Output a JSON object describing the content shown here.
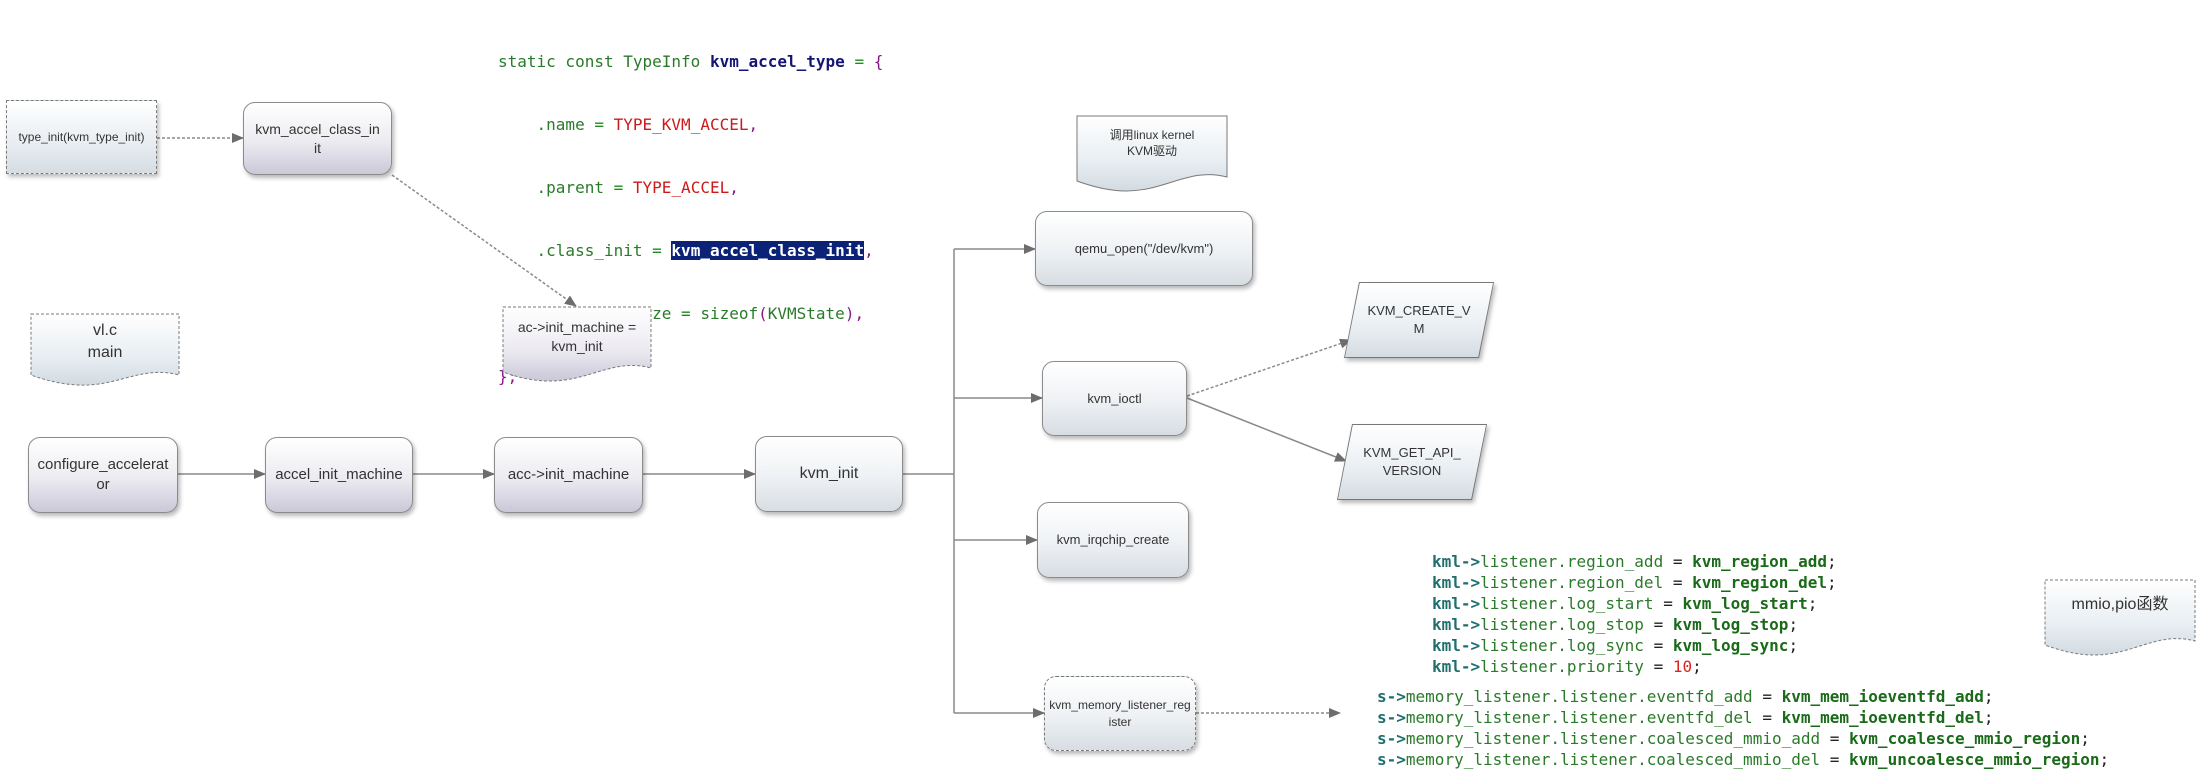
{
  "nodes": {
    "type_init": "type_init(kvm_type_init)",
    "kvm_accel_class_init": "kvm_accel_class_init",
    "ac_init_machine": "ac->init_machine = kvm_init",
    "vl_c_main_line1": "vl.c",
    "vl_c_main_line2": "main",
    "configure_accelerator": "configure_accelerator",
    "accel_init_machine": "accel_init_machine",
    "acc_init_machine": "acc->init_machine",
    "kvm_init": "kvm_init",
    "linux_kernel_note_line1": "调用linux kernel",
    "linux_kernel_note_line2": "KVM驱动",
    "qemu_open": "qemu_open(\"/dev/kvm\")",
    "kvm_ioctl": "kvm_ioctl",
    "kvm_create_vm": "KVM_CREATE_VM",
    "kvm_get_api_version": "KVM_GET_API_VERSION",
    "kvm_irqchip_create": "kvm_irqchip_create",
    "kvm_memory_listener_register": "kvm_memory_listener_register",
    "mmio_pio_note": "mmio,pio函数"
  },
  "code_typeinfo": {
    "l1_kw": "static const",
    "l1_type": "TypeInfo",
    "l1_name": "kvm_accel_type",
    "l1_eq": "=",
    "l1_brace": "{",
    "l2_field": ".name",
    "l2_eq": "=",
    "l2_val": "TYPE_KVM_ACCEL",
    "l2_comma": ",",
    "l3_field": ".parent",
    "l3_eq": "=",
    "l3_val": "TYPE_ACCEL",
    "l3_comma": ",",
    "l4_field": ".class_init",
    "l4_eq": "=",
    "l4_val": "kvm_accel_class_init",
    "l4_comma": ",",
    "l5_field": ".instance_size",
    "l5_eq": "=",
    "l5_fn": "sizeof",
    "l5_open": "(",
    "l5_arg": "KVMState",
    "l5_close": "),",
    "l6_close": "};"
  },
  "code_kml": [
    {
      "obj": "kml",
      "arrow": "->",
      "member": "listener.region_add",
      "eq": " = ",
      "value": "kvm_region_add",
      "end": ";"
    },
    {
      "obj": "kml",
      "arrow": "->",
      "member": "listener.region_del",
      "eq": " = ",
      "value": "kvm_region_del",
      "end": ";"
    },
    {
      "obj": "kml",
      "arrow": "->",
      "member": "listener.log_start",
      "eq": " = ",
      "value": "kvm_log_start",
      "end": ";"
    },
    {
      "obj": "kml",
      "arrow": "->",
      "member": "listener.log_stop",
      "eq": " = ",
      "value": "kvm_log_stop",
      "end": ";"
    },
    {
      "obj": "kml",
      "arrow": "->",
      "member": "listener.log_sync",
      "eq": " = ",
      "value": "kvm_log_sync",
      "end": ";"
    },
    {
      "obj": "kml",
      "arrow": "->",
      "member": "listener.priority",
      "eq": " = ",
      "value": "10",
      "end": ";"
    }
  ],
  "code_s": [
    {
      "obj": "s",
      "arrow": "->",
      "member": "memory_listener.listener.eventfd_add",
      "eq": " = ",
      "value": "kvm_mem_ioeventfd_add",
      "end": ";"
    },
    {
      "obj": "s",
      "arrow": "->",
      "member": "memory_listener.listener.eventfd_del",
      "eq": " = ",
      "value": "kvm_mem_ioeventfd_del",
      "end": ";"
    },
    {
      "obj": "s",
      "arrow": "->",
      "member": "memory_listener.listener.coalesced_mmio_add",
      "eq": " = ",
      "value": "kvm_coalesce_mmio_region",
      "end": ";"
    },
    {
      "obj": "s",
      "arrow": "->",
      "member": "memory_listener.listener.coalesced_mmio_del",
      "eq": " = ",
      "value": "kvm_uncoalesce_mmio_region",
      "end": ";"
    }
  ],
  "colors": {
    "connector": "#8a8a8a",
    "arrowhead": "#6d6d6d",
    "highlight": "#0b2277"
  }
}
